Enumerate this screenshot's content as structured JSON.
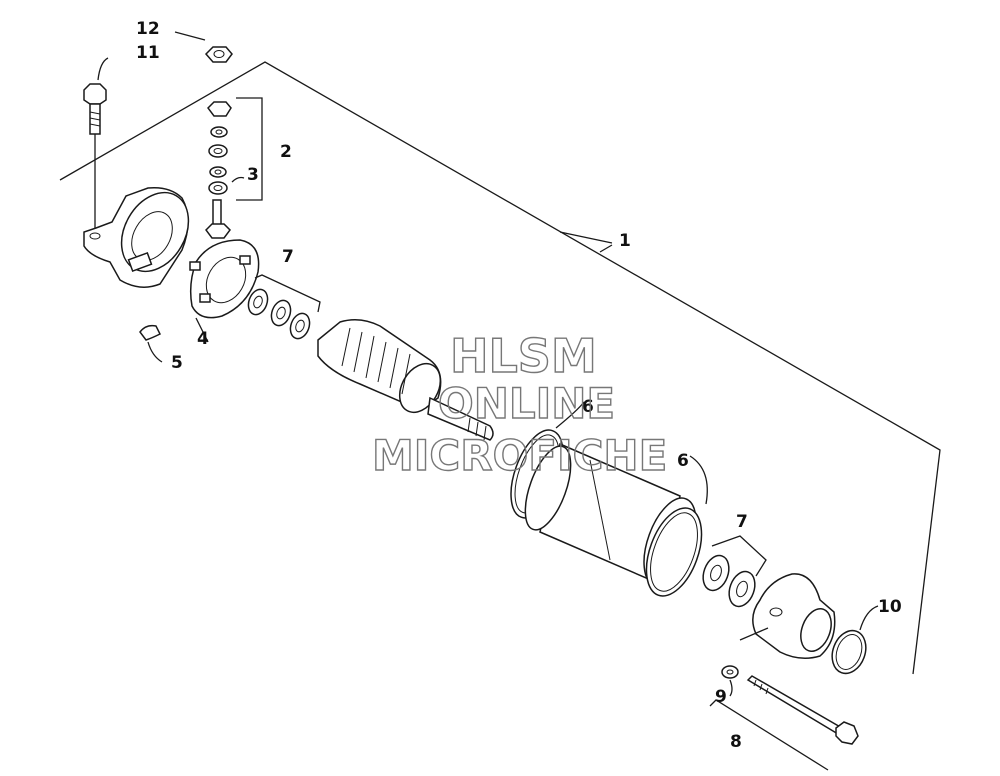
{
  "watermark": {
    "line1": "HLSM",
    "line2": "ONLINE",
    "line3": "MICROFICHE"
  },
  "callouts": {
    "c1": "1",
    "c2": "2",
    "c3": "3",
    "c4": "4",
    "c5": "5",
    "c6a": "6",
    "c6b": "6",
    "c7a": "7",
    "c7b": "7",
    "c8": "8",
    "c9": "9",
    "c10": "10",
    "c11": "11",
    "c12": "12"
  },
  "colors": {
    "line": "#1a1a1a",
    "background": "#ffffff",
    "watermark": "#777777"
  }
}
